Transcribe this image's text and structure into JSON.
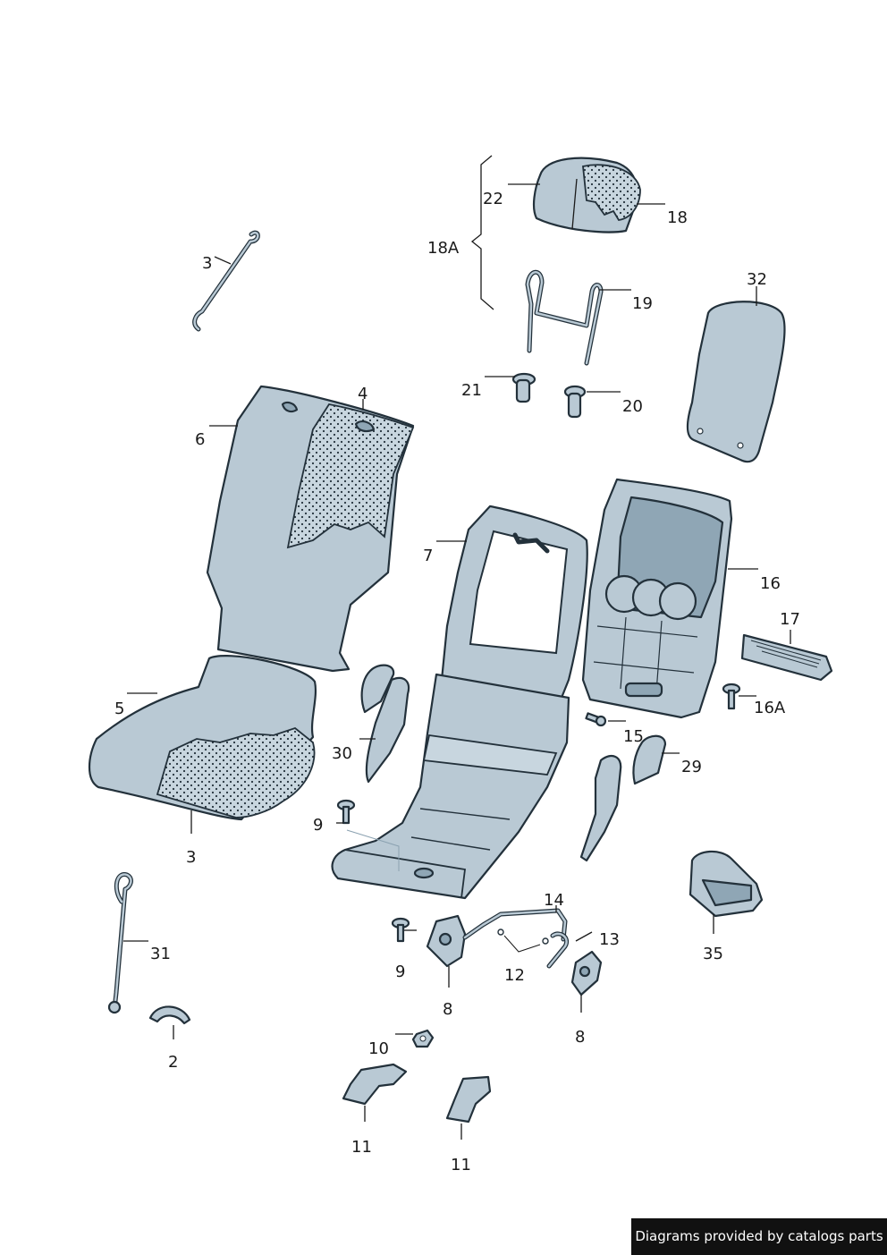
{
  "labels": {
    "l3a": "3",
    "l22": "22",
    "l18": "18",
    "l18a": "18A",
    "l19": "19",
    "l32": "32",
    "l21": "21",
    "l20": "20",
    "l4": "4",
    "l6": "6",
    "l7": "7",
    "l16": "16",
    "l17": "17",
    "l16a": "16A",
    "l5": "5",
    "l30": "30",
    "l15": "15",
    "l29": "29",
    "l3b": "3",
    "l9a": "9",
    "l14": "14",
    "l13": "13",
    "l35": "35",
    "l31": "31",
    "l9b": "9",
    "l12": "12",
    "l8a": "8",
    "l8b": "8",
    "l2": "2",
    "l10": "10",
    "l11a": "11",
    "l11b": "11"
  },
  "footer": {
    "text": "Diagrams provided by catalogs parts"
  }
}
